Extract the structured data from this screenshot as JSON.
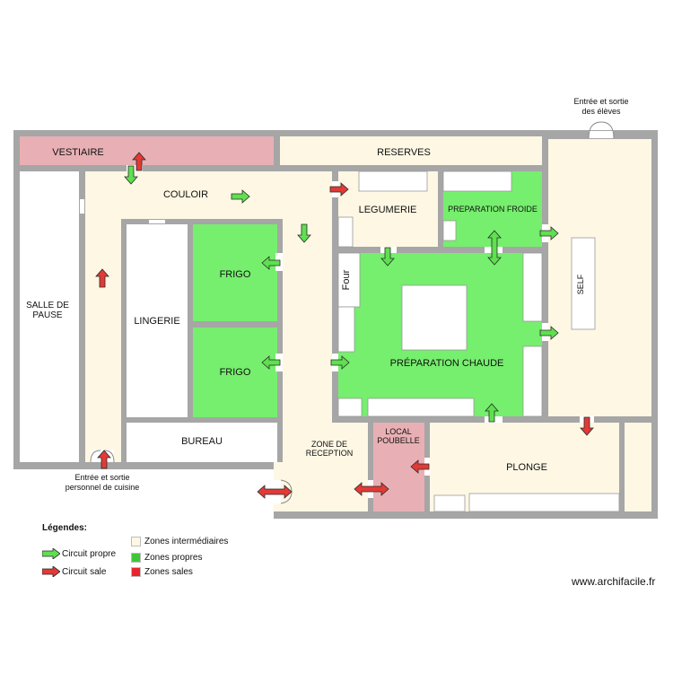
{
  "rooms": {
    "vestiaire": "VESTIAIRE",
    "reserves": "RESERVES",
    "couloir": "COULOIR",
    "legumerie": "LEGUMERIE",
    "preparation_froide": "PREPARATION FROIDE",
    "salle_pause_1": "SALLE DE",
    "salle_pause_2": "PAUSE",
    "lingerie": "LINGERIE",
    "frigo_1": "FRIGO",
    "frigo_2": "FRIGO",
    "preparation_chaude": "PRÉPARATION CHAUDE",
    "self": "SELF",
    "bureau": "BUREAU",
    "zone_reception_1": "ZONE DE",
    "zone_reception_2": "RECEPTION",
    "local_poubelle_1": "LOCAL",
    "local_poubelle_2": "POUBELLE",
    "plonge": "PLONGE",
    "four": "Four"
  },
  "entries": {
    "eleves_1": "Entrée et sortie",
    "eleves_2": "des élèves",
    "personnel_1": "Entrée et sortie",
    "personnel_2": "personnel de cuisine"
  },
  "legend": {
    "title": "Légendes:",
    "circuit_propre": "Circuit propre",
    "circuit_sale": "Circuit sale",
    "zones_intermediaires": "Zones intermédiaires",
    "zones_propres": "Zones propres",
    "zones_sales": "Zones sales"
  },
  "colors": {
    "wall": "#a6a6a6",
    "intermediate": "#fdf7e4",
    "clean": "#76ee6e",
    "dirty": "#e8b0b4",
    "clean_arrow": "#5fe04f",
    "dirty_arrow": "#e23a36",
    "legend_dirty": "#e8252c"
  },
  "credit": "www.archifacile.fr"
}
